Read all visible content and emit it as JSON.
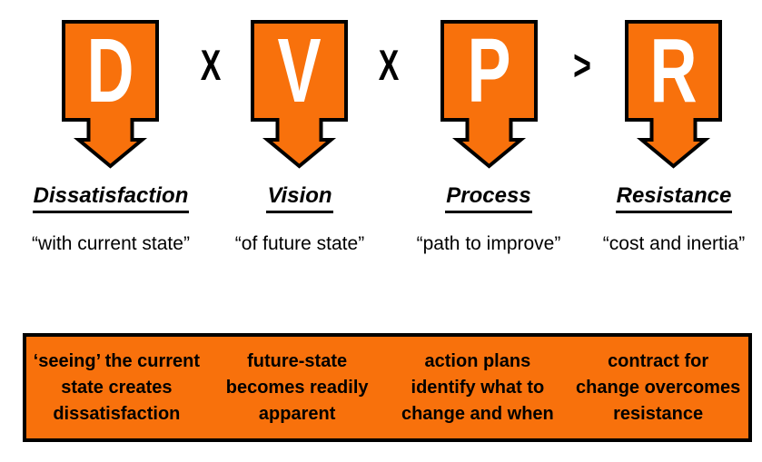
{
  "formula": {
    "terms": [
      {
        "letter": "D",
        "label": "Dissatisfaction",
        "quote": "“with current state”",
        "note": "‘seeing’ the current\nstate creates\ndissatisfaction"
      },
      {
        "letter": "V",
        "label": "Vision",
        "quote": "“of future state”",
        "note": "future-state\nbecomes readily\napparent"
      },
      {
        "letter": "P",
        "label": "Process",
        "quote": "“path to improve”",
        "note": "action plans\nidentify what to\nchange and when"
      },
      {
        "letter": "R",
        "label": "Resistance",
        "quote": "“cost and inertia”",
        "note": "contract for\nchange overcomes\nresistance"
      }
    ],
    "operators": [
      "X",
      "X",
      ">"
    ],
    "colors": {
      "box_fill": "#F8710C",
      "outline": "#000000",
      "letter": "#FFFFFF",
      "text": "#000000",
      "background": "#FFFFFF"
    }
  }
}
